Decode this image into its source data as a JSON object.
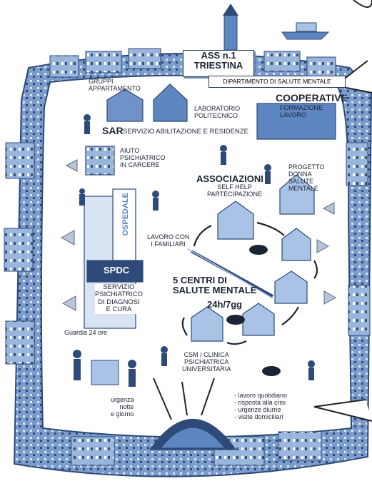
{
  "header": {
    "org_title": "ASS n.1\nTRIESTINA",
    "department": "DIPARTIMENTO DI SALUTE MENTALE"
  },
  "labels": {
    "gruppi": "GRUPPI\nAPPARTAMENTO",
    "laboratorio": "LABORATORIO\nPOLITECNICO",
    "cooperative": "COOPERATIVE",
    "formazione": "FORMAZIONE\nLAVORO",
    "sar_abbr": "SAR",
    "sar_full": "SERVIZIO ABILITAZIONE E RESIDENZE",
    "aiuto": "AIUTO\nPSICHIATRICO\nIN CARCERE",
    "associazioni": "ASSOCIAZIONI",
    "self_help": "SELF HELP\nPARTECIPAZIONE",
    "progetto": "PROGETTO\nDONNA\nSALUTE\nMENTALE",
    "ospedale": "OSPEDALE",
    "lavoro_familiari": "LAVORO CON\nI FAMILIARI",
    "spdc": "SPDC",
    "servizio_psichiatrico": "SERVIZIO\nPSICHIATRICO\nDI DIAGNOSI\nE CURA",
    "centri": "5 CENTRI DI\nSALUTE MENTALE",
    "h24": "24h/7gg",
    "guardia": "Guardia 24 ore",
    "csm": "CSM / CLINICA\nPSICHIATRICA\nUNIVERSITARIA",
    "urgenza": "urgenza\nnotte\ne giorno",
    "attivita": "- lavoro quotidiano\n- risposta alla crisi\n- urgenze diurne\n- visite domiciliari"
  },
  "colors": {
    "dark_blue": "#2d4a78",
    "mid_blue": "#5d85c0",
    "light_blue": "#a9c3e6",
    "ink": "#1b2433"
  }
}
